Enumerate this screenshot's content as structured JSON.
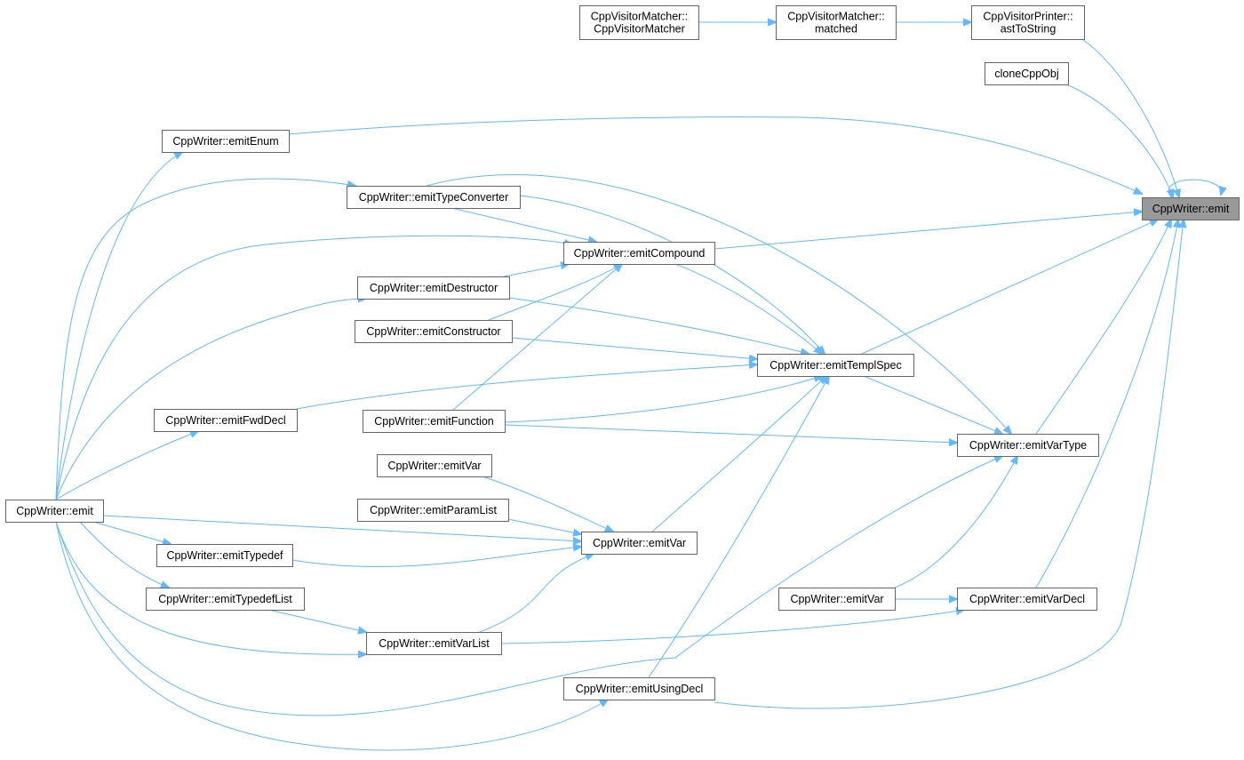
{
  "diagram": {
    "title": "",
    "nodes": [
      {
        "id": "cvm_ctor",
        "lines": [
          "CppVisitorMatcher::",
          "CppVisitorMatcher"
        ],
        "highlight": false
      },
      {
        "id": "cvm_matched",
        "lines": [
          "CppVisitorMatcher::",
          "matched"
        ],
        "highlight": false
      },
      {
        "id": "cvp_ast",
        "lines": [
          "CppVisitorPrinter::",
          "astToString"
        ],
        "highlight": false
      },
      {
        "id": "clone",
        "lines": [
          "cloneCppObj"
        ],
        "highlight": false
      },
      {
        "id": "emit_target",
        "lines": [
          "CppWriter::emit"
        ],
        "highlight": true
      },
      {
        "id": "emitEnum",
        "lines": [
          "CppWriter::emitEnum"
        ],
        "highlight": false
      },
      {
        "id": "emitTypeConverter",
        "lines": [
          "CppWriter::emitTypeConverter"
        ],
        "highlight": false
      },
      {
        "id": "emitCompound",
        "lines": [
          "CppWriter::emitCompound"
        ],
        "highlight": false
      },
      {
        "id": "emitDestructor",
        "lines": [
          "CppWriter::emitDestructor"
        ],
        "highlight": false
      },
      {
        "id": "emitConstructor",
        "lines": [
          "CppWriter::emitConstructor"
        ],
        "highlight": false
      },
      {
        "id": "emitTemplSpec",
        "lines": [
          "CppWriter::emitTemplSpec"
        ],
        "highlight": false
      },
      {
        "id": "emitFwdDecl",
        "lines": [
          "CppWriter::emitFwdDecl"
        ],
        "highlight": false
      },
      {
        "id": "emitFunction",
        "lines": [
          "CppWriter::emitFunction"
        ],
        "highlight": false
      },
      {
        "id": "emitVarType",
        "lines": [
          "CppWriter::emitVarType"
        ],
        "highlight": false
      },
      {
        "id": "emitVar_top",
        "lines": [
          "CppWriter::emitVar"
        ],
        "highlight": false
      },
      {
        "id": "emitParamList",
        "lines": [
          "CppWriter::emitParamList"
        ],
        "highlight": false
      },
      {
        "id": "emit_left",
        "lines": [
          "CppWriter::emit"
        ],
        "highlight": false
      },
      {
        "id": "emitVar_mid",
        "lines": [
          "CppWriter::emitVar"
        ],
        "highlight": false
      },
      {
        "id": "emitTypedef",
        "lines": [
          "CppWriter::emitTypedef"
        ],
        "highlight": false
      },
      {
        "id": "emitTypedefList",
        "lines": [
          "CppWriter::emitTypedefList"
        ],
        "highlight": false
      },
      {
        "id": "emitVar_bottom",
        "lines": [
          "CppWriter::emitVar"
        ],
        "highlight": false
      },
      {
        "id": "emitVarDecl",
        "lines": [
          "CppWriter::emitVarDecl"
        ],
        "highlight": false
      },
      {
        "id": "emitVarList",
        "lines": [
          "CppWriter::emitVarList"
        ],
        "highlight": false
      },
      {
        "id": "emitUsingDecl",
        "lines": [
          "CppWriter::emitUsingDecl"
        ],
        "highlight": false
      }
    ],
    "edges": [
      {
        "from": "cvm_ctor",
        "to": "cvm_matched"
      },
      {
        "from": "cvm_matched",
        "to": "cvp_ast"
      },
      {
        "from": "cvp_ast",
        "to": "emit_target"
      },
      {
        "from": "clone",
        "to": "emit_target"
      },
      {
        "from": "emit_target",
        "to": "emit_target"
      },
      {
        "from": "emitEnum",
        "to": "emit_target"
      },
      {
        "from": "emitCompound",
        "to": "emit_target"
      },
      {
        "from": "emitTemplSpec",
        "to": "emit_target"
      },
      {
        "from": "emitVarType",
        "to": "emit_target"
      },
      {
        "from": "emitVarDecl",
        "to": "emit_target"
      },
      {
        "from": "emitUsingDecl",
        "to": "emit_target"
      },
      {
        "from": "emitTypeConverter",
        "to": "emitCompound"
      },
      {
        "from": "emitTypeConverter",
        "to": "emitTemplSpec"
      },
      {
        "from": "emitTypeConverter",
        "to": "emitVarType"
      },
      {
        "from": "emitDestructor",
        "to": "emitCompound"
      },
      {
        "from": "emitDestructor",
        "to": "emitTemplSpec"
      },
      {
        "from": "emitConstructor",
        "to": "emitCompound"
      },
      {
        "from": "emitConstructor",
        "to": "emitTemplSpec"
      },
      {
        "from": "emitFunction",
        "to": "emitCompound"
      },
      {
        "from": "emitFunction",
        "to": "emitTemplSpec"
      },
      {
        "from": "emitFunction",
        "to": "emitVarType"
      },
      {
        "from": "emitCompound",
        "to": "emitTemplSpec"
      },
      {
        "from": "emitTemplSpec",
        "to": "emitVarType"
      },
      {
        "from": "emitVar_top",
        "to": "emitVar_mid"
      },
      {
        "from": "emitParamList",
        "to": "emitVar_mid"
      },
      {
        "from": "emitVar_mid",
        "to": "emitTemplSpec"
      },
      {
        "from": "emitVar_bottom",
        "to": "emitVarDecl"
      },
      {
        "from": "emitVar_bottom",
        "to": "emitVarType"
      },
      {
        "from": "emitVarList",
        "to": "emitVar_mid"
      },
      {
        "from": "emitVarList",
        "to": "emitVarDecl"
      },
      {
        "from": "emitTypedefList",
        "to": "emitVarList"
      },
      {
        "from": "emitTypedef",
        "to": "emitVar_mid"
      },
      {
        "from": "emitUsingDecl",
        "to": "emitTemplSpec"
      },
      {
        "from": "emit_left",
        "to": "emitEnum"
      },
      {
        "from": "emit_left",
        "to": "emitTypeConverter"
      },
      {
        "from": "emit_left",
        "to": "emitCompound"
      },
      {
        "from": "emit_left",
        "to": "emitDestructor"
      },
      {
        "from": "emit_left",
        "to": "emitFwdDecl"
      },
      {
        "from": "emit_left",
        "to": "emitVar_mid"
      },
      {
        "from": "emit_left",
        "to": "emitTypedef"
      },
      {
        "from": "emit_left",
        "to": "emitTypedefList"
      },
      {
        "from": "emit_left",
        "to": "emitVarList"
      },
      {
        "from": "emit_left",
        "to": "emitVarType"
      },
      {
        "from": "emit_left",
        "to": "emitUsingDecl"
      },
      {
        "from": "emitFwdDecl",
        "to": "emitTemplSpec"
      }
    ],
    "colors": {
      "edge": "#63b8ff",
      "node_border": "#666666",
      "node_fill": "#ffffff",
      "highlight_fill": "#999999",
      "text": "#000000"
    }
  }
}
